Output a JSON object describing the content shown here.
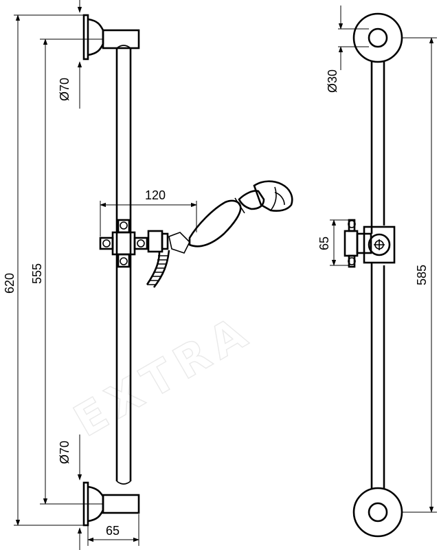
{
  "drawing": {
    "watermark": "EXTRA",
    "front_view": {
      "overall_height": "620",
      "mount_spacing": "555",
      "top_flange_diameter": "Ø70",
      "bottom_flange_diameter": "Ø70",
      "wall_projection": "65",
      "handshower_reach": "120"
    },
    "side_view": {
      "rail_diameter": "Ø30",
      "slider_height": "65",
      "rail_length": "585"
    }
  }
}
